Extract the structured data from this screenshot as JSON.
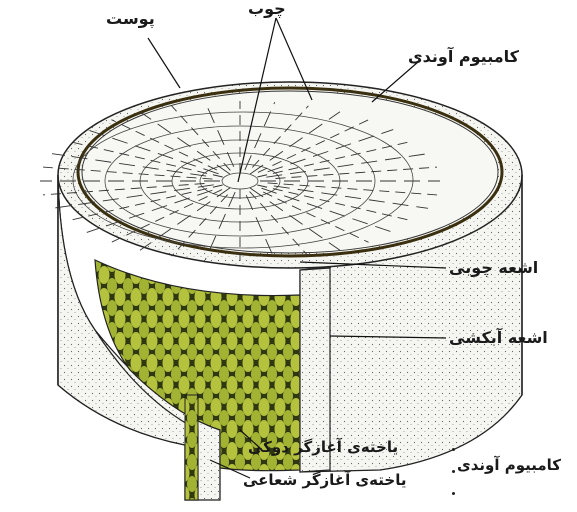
{
  "labels": {
    "bark": "پوست",
    "wood": "چوب",
    "vascular_cambium_top": "کامبیوم آوندی",
    "xylem_ray": "اشعه چوبی",
    "phloem_ray": "اشعه آبکشی",
    "fusiform_initial": "یاخته‌ی آغازگر دوکی",
    "ray_initial": "یاخته‌ی آغازگر شعاعی",
    "vascular_cambium_bottom": "کامبیوم آوندی"
  },
  "colors": {
    "bark_fill": "#f4f4f0",
    "wood_top": "#f7f7f3",
    "cambium_green": "#a9b836",
    "cambium_dark": "#2f3810",
    "line": "#222222"
  }
}
